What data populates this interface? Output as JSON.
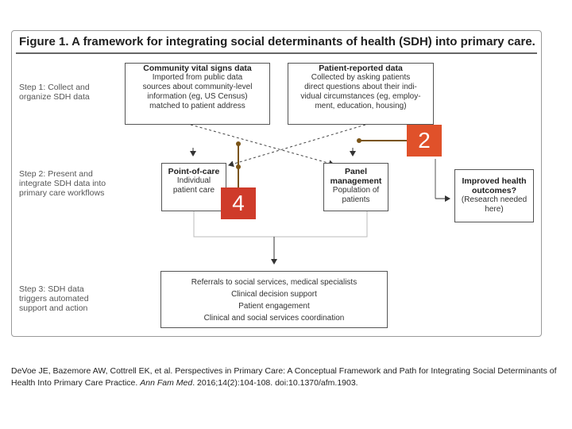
{
  "figure_title": "Figure 1. A framework for integrating social determinants of health (SDH) into primary care.",
  "steps": [
    "Step 1: Collect and\norganize SDH data",
    "Step 2: Present and\nintegrate SDH data into\nprimary care workflows",
    "Step 3: SDH data\ntriggers automated\nsupport and action"
  ],
  "boxes": {
    "community": {
      "head": "Community vital signs data",
      "body": "Imported from public data\nsources about community-level\ninformation (eg, US Census)\nmatched to patient address"
    },
    "patient_reported": {
      "head": "Patient-reported data",
      "body": "Collected by asking patients\ndirect questions about their indi-\nvidual circumstances (eg, employ-\nment, education, housing)"
    },
    "point_of_care": {
      "head": "Point-of-care",
      "body": "Individual\npatient care"
    },
    "panel": {
      "head": "Panel\nmanagement",
      "body": "Population of\npatients"
    },
    "outcomes": {
      "head": "Improved health\noutcomes?",
      "body": "(Research needed\nhere)"
    },
    "actions": [
      "Referrals to social services, medical specialists",
      "Clinical decision support",
      "Patient engagement",
      "Clinical and social services coordination"
    ]
  },
  "badges": [
    {
      "label": "2",
      "color": "#e0512a"
    },
    {
      "label": "4",
      "color": "#cf3b2a"
    }
  ],
  "connector_color": "#7a5418",
  "citation": {
    "authors_text": "DeVoe JE, Bazemore AW, Cottrell EK, et al. Perspectives in Primary Care: A Conceptual Framework and Path for Integrating Social Determinants of Health Into Primary Care Practice.",
    "journal": "Ann Fam Med",
    "tail": ". 2016;14(2):104-108. doi:10.1370/afm.1903."
  }
}
